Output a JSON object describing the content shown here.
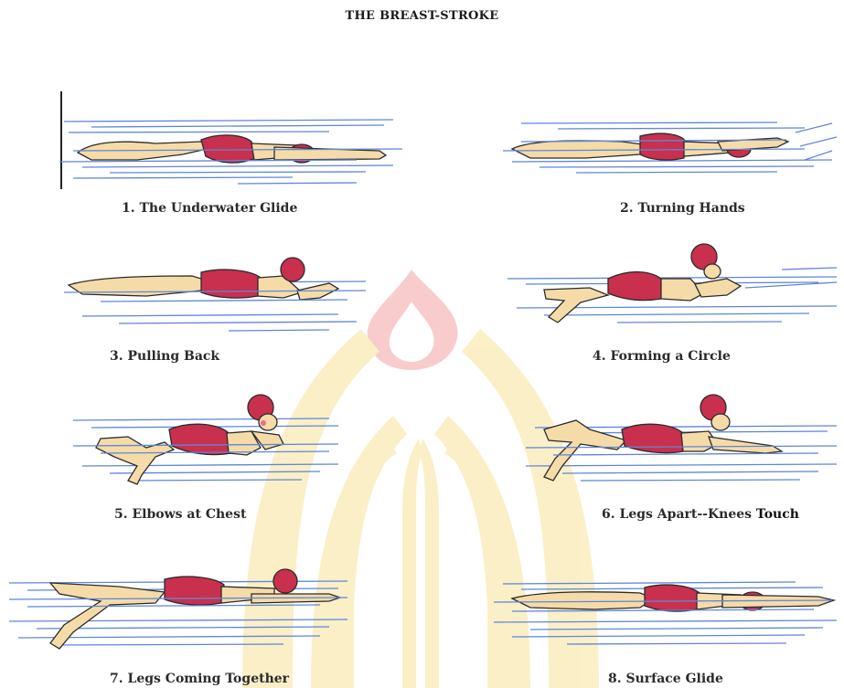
{
  "title": "THE BREAST-STROKE",
  "colors": {
    "water": "#5f86d8",
    "swimsuit": "#c8304e",
    "skin": "#f5dba8",
    "outline": "#2b2b2b",
    "watermark_flame": "#ef8b8b",
    "watermark_gold": "#f6dc5c"
  },
  "steps": [
    {
      "number": "1.",
      "label": "The Underwater Glide"
    },
    {
      "number": "2.",
      "label": "Turning Hands"
    },
    {
      "number": "3.",
      "label": "Pulling Back"
    },
    {
      "number": "4.",
      "label": "Forming a Circle"
    },
    {
      "number": "5.",
      "label": "Elbows at Chest"
    },
    {
      "number": "6.",
      "label": "Legs Apart--Knees",
      "label_emphasis": "Touch"
    },
    {
      "number": "7.",
      "label": "Legs Coming Together"
    },
    {
      "number": "8.",
      "label": "Surface Glide"
    }
  ]
}
